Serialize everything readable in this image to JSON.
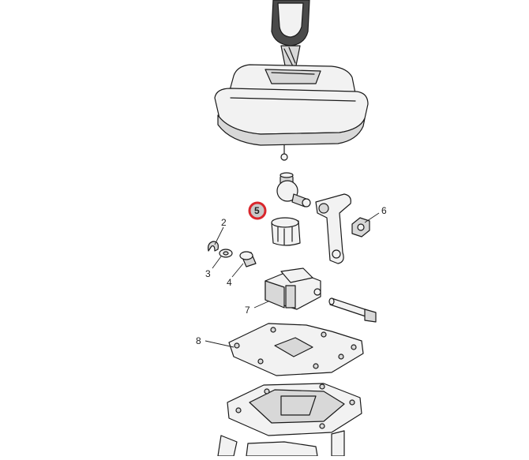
{
  "callouts": [
    {
      "label": "2"
    },
    {
      "label": "3"
    },
    {
      "label": "4"
    },
    {
      "label": "5",
      "highlighted": true
    },
    {
      "label": "6"
    },
    {
      "label": "7"
    },
    {
      "label": "8"
    }
  ],
  "colors": {
    "highlight": "#d9262c",
    "highlight_fill": "#c9c9c9",
    "line": "#1a1a1a",
    "background": "#ffffff"
  }
}
